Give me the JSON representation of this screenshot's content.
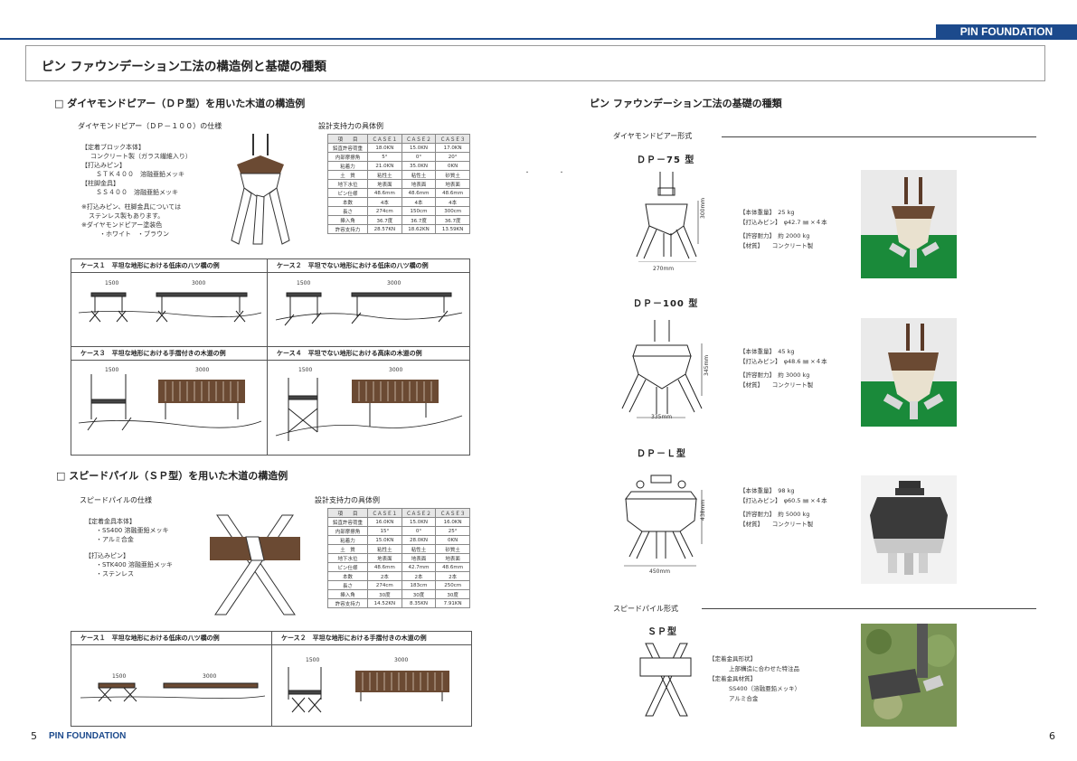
{
  "header": {
    "brand": "PIN FOUNDATION",
    "title": "ピン ファウンデーション工法の構造例と基礎の種類"
  },
  "left": {
    "dp": {
      "heading": "□ ダイヤモンドピアー（ＤＰ型）を用いた木道の構造例",
      "spec_title": "ダイヤモンドピアー（ＤＰ－１００）の仕様",
      "spec_lines": [
        "【定着ブロック本体】",
        "コンクリート製（ガラス繊維入り）",
        "【打込みピン】",
        "ＳＴＫ４００　溶融亜鉛メッキ",
        "【柱脚金具】",
        "ＳＳ４００　溶融亜鉛メッキ",
        "※打込みピン、柱脚金具については",
        "ステンレス製もあります。",
        "※ダイヤモンドピアー塗装色",
        "・ホワイト　・ブラウン"
      ],
      "table_title": "設計支持力の具体例",
      "table_header": [
        "項　　目",
        "ＣＡＳＥ１",
        "ＣＡＳＥ２",
        "ＣＡＳＥ３"
      ],
      "table_rows": [
        [
          "鉛直許容荷重",
          "18.0KN",
          "15.0KN",
          "17.0KN"
        ],
        [
          "内部摩擦角",
          "5°",
          "0°",
          "20°"
        ],
        [
          "粘着力",
          "21.0KN",
          "35.0KN",
          "0KN"
        ],
        [
          "土　質",
          "粘性土",
          "粘性土",
          "砂質土"
        ],
        [
          "地下水位",
          "地表面",
          "地表面",
          "地表面"
        ],
        [
          "ピン仕様",
          "48.6mm",
          "48.6mm",
          "48.6mm"
        ],
        [
          "本数",
          "4本",
          "4本",
          "4本"
        ],
        [
          "長さ",
          "274cm",
          "150cm",
          "300cm"
        ],
        [
          "挿入角",
          "36.7度",
          "36.7度",
          "36.7度"
        ],
        [
          "許容支持力",
          "28.57KN",
          "18.62KN",
          "13.59KN"
        ]
      ],
      "cases": [
        {
          "no": "ケース１",
          "text": "平坦な地形における低床の八ツ橋の例",
          "dims": [
            "1500",
            "3000"
          ]
        },
        {
          "no": "ケース２",
          "text": "平坦でない地形における低床の八ツ橋の例",
          "dims": [
            "1500",
            "3000"
          ]
        },
        {
          "no": "ケース３",
          "text": "平坦な地形における手摺付きの木道の例",
          "dims": [
            "1500",
            "3000"
          ]
        },
        {
          "no": "ケース４",
          "text": "平坦でない地形における高床の木道の例",
          "dims": [
            "1500",
            "3000"
          ]
        }
      ]
    },
    "sp": {
      "heading": "□ スピードパイル（ＳＰ型）を用いた木道の構造例",
      "spec_title": "スピードパイルの仕様",
      "spec_lines": [
        "【定着金具本体】",
        "・SS400 溶融亜鉛メッキ",
        "・アルミ合金",
        "【打込みピン】",
        "・STK400 溶融亜鉛メッキ",
        "・ステンレス"
      ],
      "table_title": "設計支持力の具体例",
      "table_header": [
        "項　　目",
        "ＣＡＳＥ１",
        "ＣＡＳＥ２",
        "ＣＡＳＥ３"
      ],
      "table_rows": [
        [
          "鉛直許容荷重",
          "16.0KN",
          "15.0KN",
          "16.0KN"
        ],
        [
          "内部摩擦角",
          "15°",
          "0°",
          "25°"
        ],
        [
          "粘着力",
          "15.0KN",
          "28.0KN",
          "0KN"
        ],
        [
          "土　質",
          "粘性土",
          "粘性土",
          "砂質土"
        ],
        [
          "地下水位",
          "地表面",
          "地表面",
          "地表面"
        ],
        [
          "ピン仕様",
          "48.6mm",
          "42.7mm",
          "48.6mm"
        ],
        [
          "本数",
          "2本",
          "2本",
          "2本"
        ],
        [
          "長さ",
          "274cm",
          "183cm",
          "250cm"
        ],
        [
          "挿入角",
          "30度",
          "30度",
          "30度"
        ],
        [
          "許容支持力",
          "14.52KN",
          "8.35KN",
          "7.91KN"
        ]
      ],
      "cases": [
        {
          "no": "ケース１",
          "text": "平坦な地形における低床の八ツ橋の例",
          "dims": [
            "1500",
            "3000"
          ]
        },
        {
          "no": "ケース２",
          "text": "平坦な地形における手摺付きの木道の例",
          "dims": [
            "1500",
            "3000"
          ]
        }
      ]
    }
  },
  "right": {
    "heading": "ピン ファウンデーション工法の基礎の種類",
    "dp_section": "ダイヤモンドピアー形式",
    "sp_section": "スピードパイル形式",
    "products": [
      {
        "name": "ＤＰ－75 型",
        "width": "270mm",
        "height": "300mm",
        "specs": [
          [
            "【本体重量】",
            "25 kg"
          ],
          [
            "【打込みピン】",
            "φ42.7 ㎜ ×４本"
          ],
          [
            "【許容耐力】",
            "約 2000 kg"
          ],
          [
            "【材質】",
            "コンクリート製"
          ]
        ]
      },
      {
        "name": "ＤＰ－100 型",
        "width": "335mm",
        "height": "345mm",
        "specs": [
          [
            "【本体重量】",
            "45 kg"
          ],
          [
            "【打込みピン】",
            "φ48.6 ㎜ ×４本"
          ],
          [
            "【許容耐力】",
            "約 3000 kg"
          ],
          [
            "【材質】",
            "コンクリート製"
          ]
        ]
      },
      {
        "name": "ＤＰ－Ｌ型",
        "width": "450mm",
        "height": "438mm",
        "specs": [
          [
            "【本体重量】",
            "98 kg"
          ],
          [
            "【打込みピン】",
            "φ60.5 ㎜ ×４本"
          ],
          [
            "【許容耐力】",
            "約 5000 kg"
          ],
          [
            "【材質】",
            "コンクリート製"
          ]
        ]
      },
      {
        "name": "ＳＰ型",
        "specs_lines": [
          "【定着金具形状】",
          "上部構造に合わせた特注品",
          "【定着金具材質】",
          "SS400（溶融亜鉛メッキ）",
          "アルミ合金"
        ]
      }
    ]
  },
  "footer": {
    "left_page": "5",
    "brand": "PIN FOUNDATION",
    "right_page": "6"
  },
  "colors": {
    "brand": "#1c4a8c",
    "wood": "#6b4a33",
    "grass": "#1a8a3a"
  }
}
